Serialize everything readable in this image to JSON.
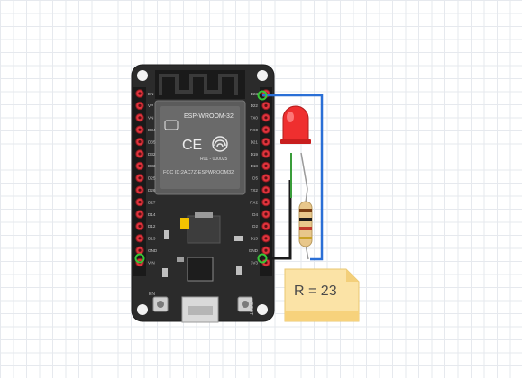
{
  "board": {
    "module_text_line1": "ESP-WROOM-32",
    "module_text_line2": "CE",
    "module_text_line3": "FCC ID:2AC7Z-ESPWROOM32",
    "module_text_line4": "R01 - 000025",
    "left_pins": [
      "EN",
      "VP",
      "VN",
      "D34",
      "D35",
      "D32",
      "D33",
      "D25",
      "D26",
      "D27",
      "D14",
      "D12",
      "D13",
      "GND",
      "VIN"
    ],
    "right_pins": [
      "D23",
      "D22",
      "TX0",
      "RX0",
      "D21",
      "D19",
      "D18",
      "D5",
      "TX2",
      "RX2",
      "D4",
      "D2",
      "D15",
      "GND",
      "3V3"
    ],
    "button_left_label": "EN",
    "button_right_label": "BOOT"
  },
  "components": {
    "led_color": "red",
    "resistor": "resistor",
    "wire_colors": {
      "signal": "#2a6fd6",
      "ground": "#1a1a1a",
      "led_leg": "#3a9d3a"
    }
  },
  "note": {
    "text": "R = 23",
    "color": "#fbe3a6"
  }
}
